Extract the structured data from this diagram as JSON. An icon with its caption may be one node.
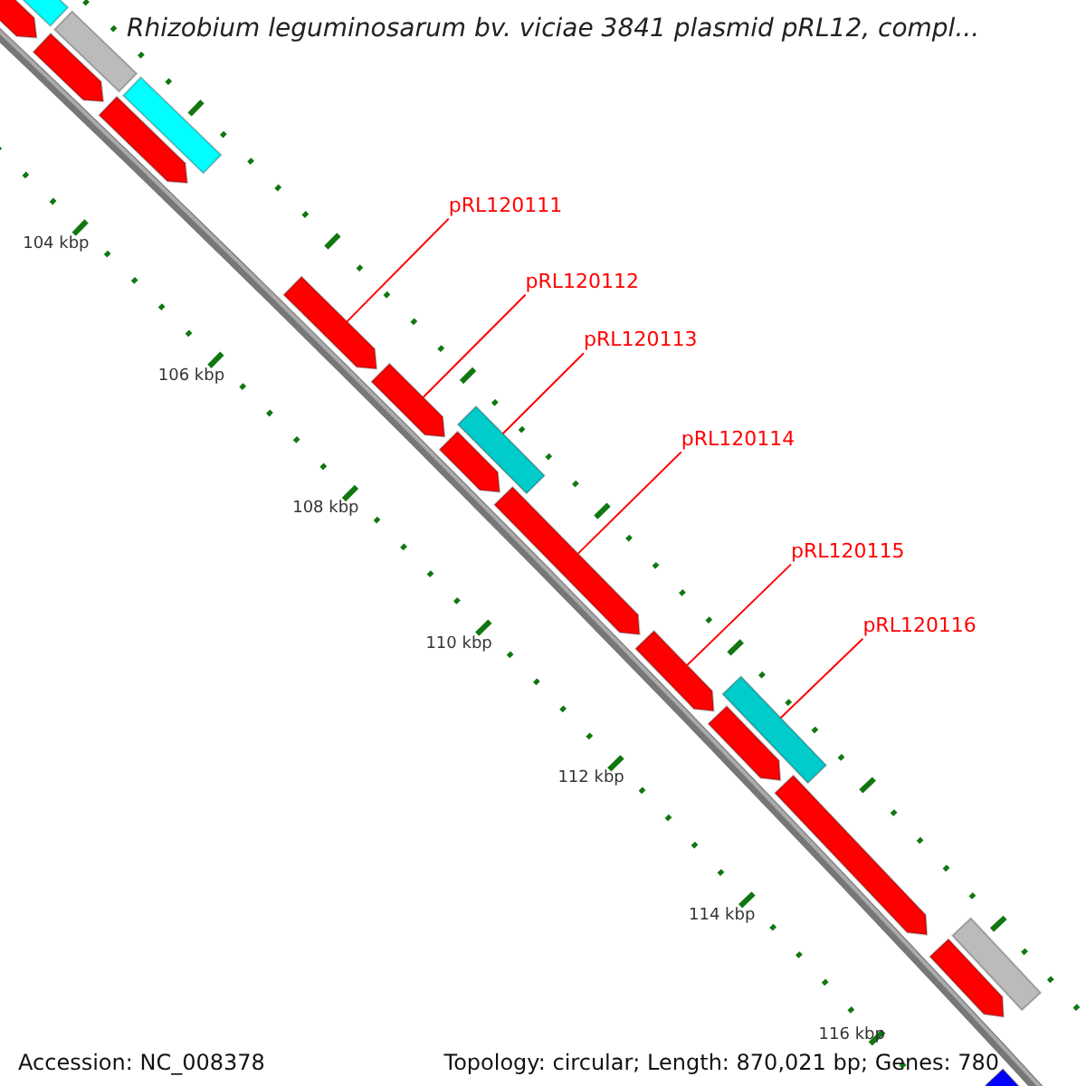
{
  "diagram": {
    "title": "Rhizobium leguminosarum bv. viciae 3841 plasmid pRL12, compl...",
    "nodes": [
      {
        "text": [],
        "shape": "arrow"
      },
      {
        "text": [],
        "shape": "bar"
      },
      {
        "text": [],
        "shape": "bar"
      },
      {
        "text": [],
        "shape": "arrow"
      },
      {
        "text": [],
        "shape": "bar"
      },
      {
        "text": [],
        "shape": "arrow"
      },
      {
        "text": [
          "pRL120111"
        ]
      },
      {
        "text": [],
        "shape": "arrow"
      },
      {
        "text": [
          "pRL120112"
        ]
      },
      {
        "text": [],
        "shape": "arrow"
      },
      {
        "text": [
          "pRL120113"
        ]
      },
      {
        "text": [],
        "shape": "bar"
      },
      {
        "text": [],
        "shape": "arrow"
      },
      {
        "text": [
          "pRL120114"
        ]
      },
      {
        "text": [],
        "shape": "arrow"
      },
      {
        "text": [
          "pRL120115"
        ]
      },
      {
        "text": [],
        "shape": "arrow"
      },
      {
        "text": [
          "pRL120116"
        ]
      },
      {
        "text": [],
        "shape": "bar"
      },
      {
        "text": [],
        "shape": "arrow"
      },
      {
        "text": [],
        "shape": "arrow"
      },
      {
        "text": [],
        "shape": "bar"
      },
      {
        "text": [],
        "shape": "arrow"
      },
      {
        "text": [],
        "shape": "bar"
      }
    ],
    "edges": [
      {
        "from": 6,
        "to": 7,
        "arrow": "none"
      },
      {
        "from": 8,
        "to": 9,
        "arrow": "none"
      },
      {
        "from": 10,
        "to": 11,
        "arrow": "none"
      },
      {
        "from": 13,
        "to": 14,
        "arrow": "none"
      },
      {
        "from": 15,
        "to": 16,
        "arrow": "none"
      },
      {
        "from": 17,
        "to": 18,
        "arrow": "none"
      }
    ],
    "labels": [
      "104 kbp",
      "106 kbp",
      "108 kbp",
      "110 kbp",
      "112 kbp",
      "114 kbp",
      "116 kbp",
      "Accession: NC_008378",
      "Topology: circular; Length: 870,021 bp; Genes: 780"
    ]
  }
}
